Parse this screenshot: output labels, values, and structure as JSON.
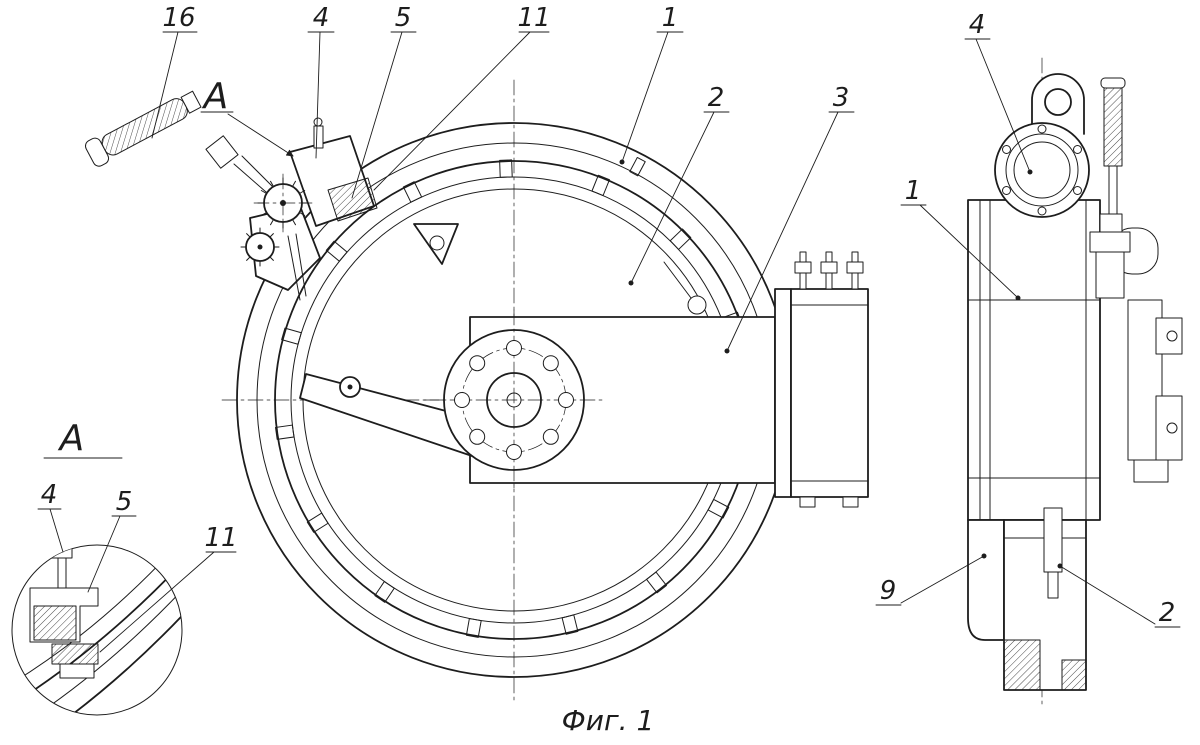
{
  "caption": "Фиг. 1",
  "markers": {
    "view_arrow": "A",
    "detail_title": "A"
  },
  "callouts": {
    "handle": "16",
    "front_4": "4",
    "front_5": "5",
    "front_11": "11",
    "front_1": "1",
    "front_2": "2",
    "front_3": "3",
    "detail_4": "4",
    "detail_5": "5",
    "detail_11": "11",
    "side_4": "4",
    "side_1": "1",
    "side_9": "9",
    "side_2": "2"
  },
  "colors": {
    "ink": "#1d1d1d",
    "paper": "#ffffff"
  }
}
